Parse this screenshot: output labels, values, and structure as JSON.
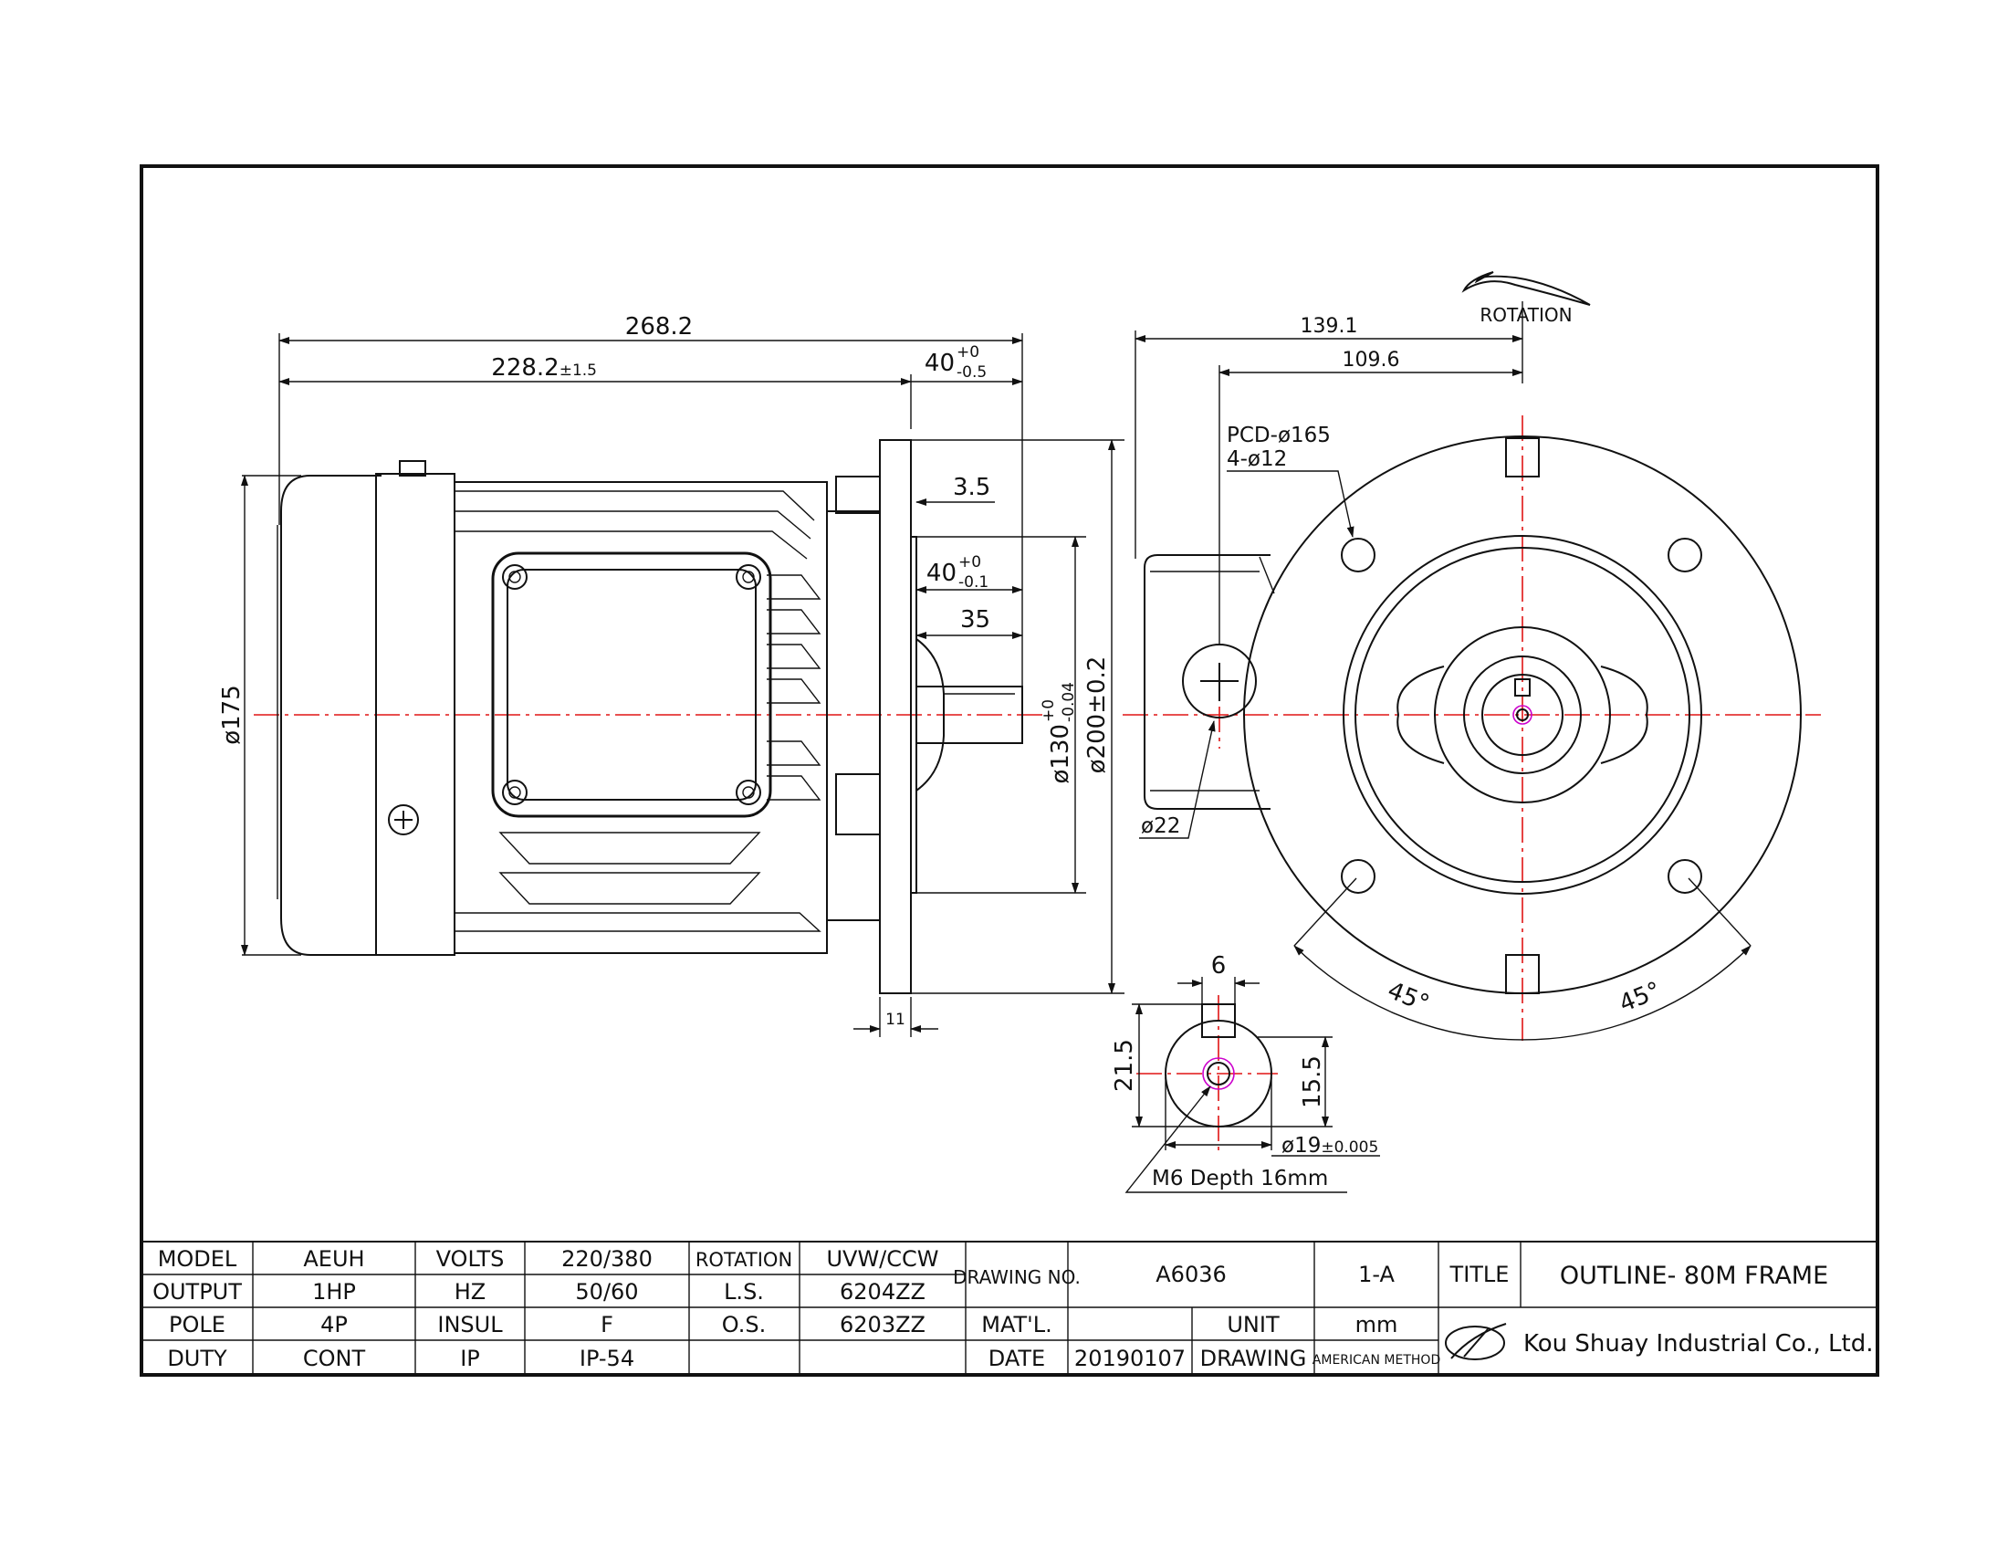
{
  "side_view": {
    "dim_overall": "268.2",
    "dim_body": "228.2",
    "dim_body_tol": "±1.5",
    "dim_shaft_base": "40",
    "dim_shaft_tol_upper": "+0",
    "dim_shaft_tol_lower": "-0.5",
    "dim_step": "3.5",
    "dim_key_base": "40",
    "dim_key_tol_upper": "+0",
    "dim_key_tol_lower": "-0.1",
    "dim_key_offset": "35",
    "dim_height": "ø175",
    "dim_spigot_base": "ø130",
    "dim_spigot_tol_upper": "+0",
    "dim_spigot_tol_lower": "-0.04",
    "dim_flange": "ø200±0.2",
    "dim_flange_thickness": "11"
  },
  "front_view": {
    "rotation_label": "ROTATION",
    "dim_outer": "139.1",
    "dim_inner": "109.6",
    "pcd": "PCD-ø165",
    "holes": "4-ø12",
    "cable_gland": "ø22",
    "angle_left": "45°",
    "angle_right": "45°"
  },
  "shaft_detail": {
    "key_width": "6",
    "height_total": "21.5",
    "height_key": "15.5",
    "shaft_dia": "ø19",
    "shaft_tol": "±0.005",
    "thread_note": "M6 Depth 16mm"
  },
  "title_block": {
    "r1": [
      "MODEL",
      "AEUH",
      "VOLTS",
      "220/380",
      "ROTATION",
      "UVW/CCW"
    ],
    "r2": [
      "OUTPUT",
      "1HP",
      "HZ",
      "50/60",
      "L.S.",
      "6204ZZ"
    ],
    "r3": [
      "POLE",
      "4P",
      "INSUL",
      "F",
      "O.S.",
      "6203ZZ"
    ],
    "r4": [
      "DUTY",
      "CONT",
      "IP",
      "IP-54",
      "",
      ""
    ],
    "drawing_no_label": "DRAWING NO.",
    "drawing_no": "A6036",
    "revision": "1-A",
    "title_label": "TITLE",
    "title": "OUTLINE- 80M FRAME",
    "material_label": "MAT'L.",
    "material": "",
    "unit_label": "UNIT",
    "unit": "mm",
    "date_label": "DATE",
    "date": "20190107",
    "drawing_label": "DRAWING",
    "drawing_method": "AMERICAN METHOD",
    "company": "Kou Shuay Industrial Co., Ltd."
  }
}
